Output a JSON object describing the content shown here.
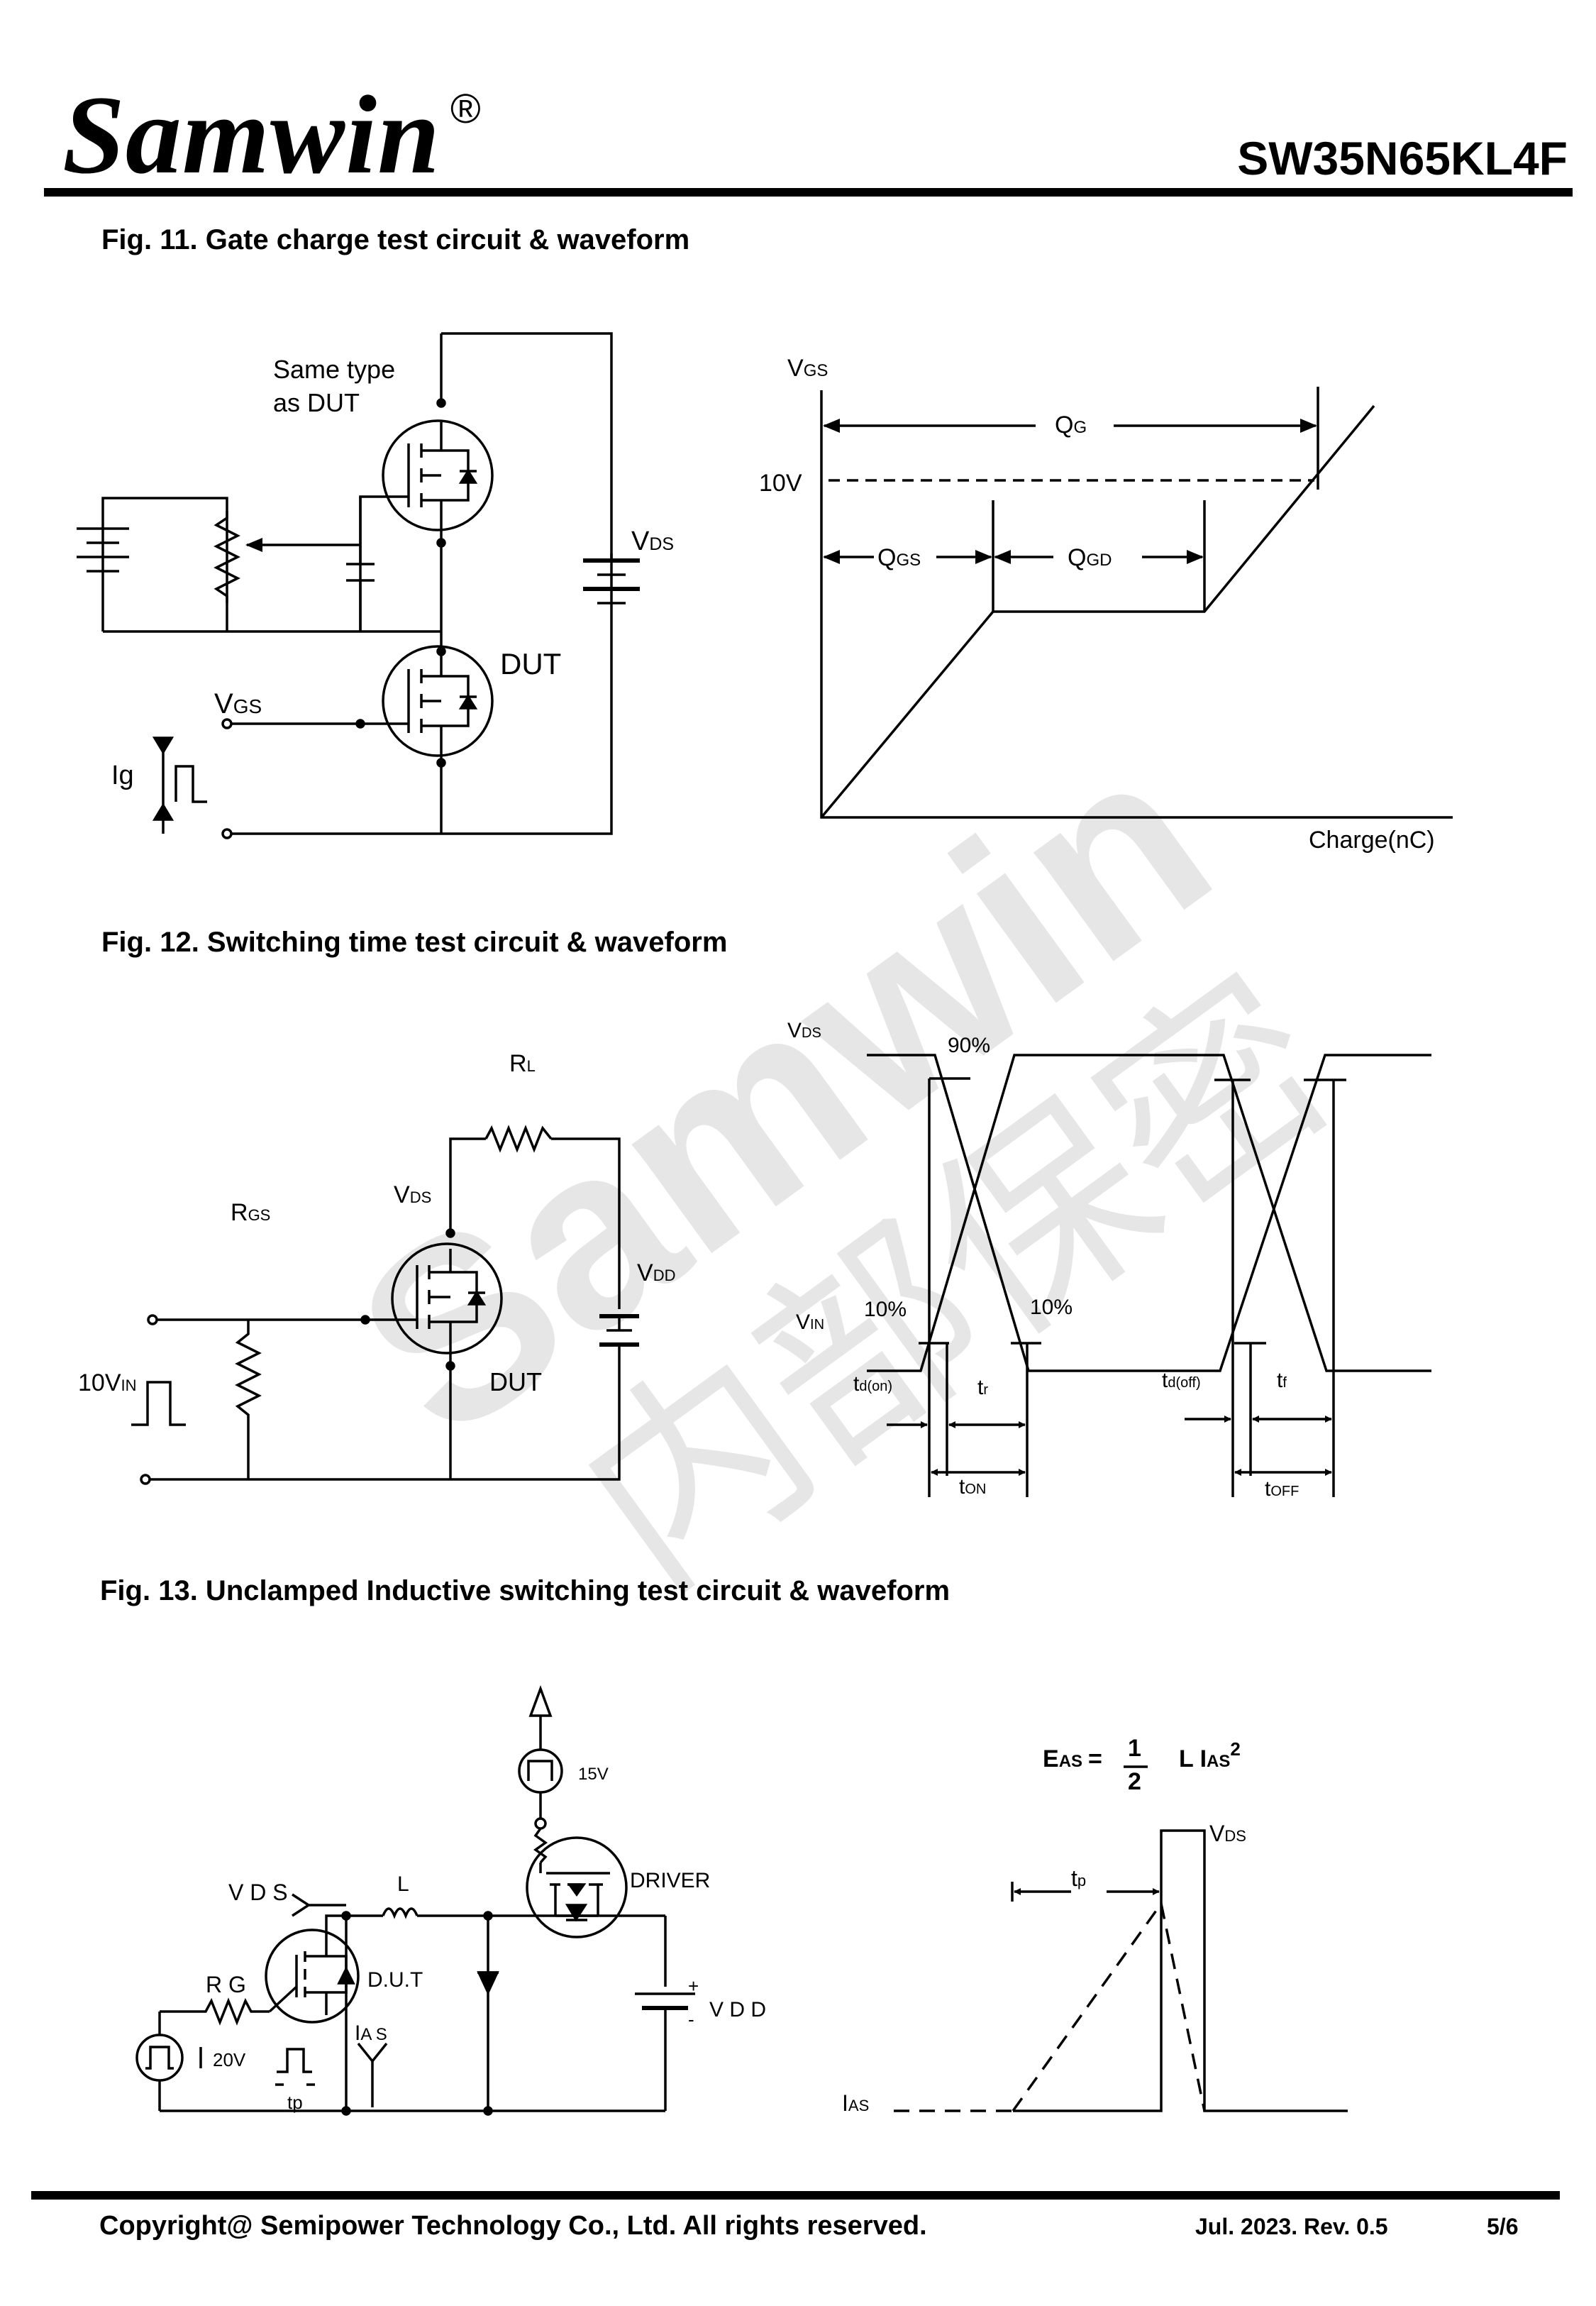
{
  "header": {
    "brand": "Samwin",
    "registered": "®",
    "part_number": "SW35N65KL4F"
  },
  "watermark": {
    "brand": "Samwin",
    "cjk": "内部保密"
  },
  "fig11": {
    "title": "Fig. 11. Gate charge test circuit & waveform",
    "circuit": {
      "same_type_line1": "Same type",
      "same_type_line2": "as DUT",
      "vds": "V",
      "vds_sub": "DS",
      "dut": "DUT",
      "vgs": "V",
      "vgs_sub": "GS",
      "ig": "Ig"
    },
    "waveform": {
      "vgs": "V",
      "vgs_sub": "GS",
      "level": "10V",
      "qg": "Q",
      "qg_sub": "G",
      "qgs": "Q",
      "qgs_sub": "GS",
      "qgd": "Q",
      "qgd_sub": "GD",
      "xlabel": "Charge(nC)"
    }
  },
  "fig12": {
    "title": "Fig. 12. Switching time test circuit & waveform",
    "circuit": {
      "rl": "R",
      "rl_sub": "L",
      "rgs": "R",
      "rgs_sub": "GS",
      "vds": "V",
      "vds_sub": "DS",
      "vdd": "V",
      "vdd_sub": "DD",
      "vin": "10V",
      "vin_sub": "IN",
      "dut": "DUT"
    },
    "waveform": {
      "vds": "V",
      "vds_sub": "DS",
      "vin": "V",
      "vin_sub": "IN",
      "p90": "90%",
      "p10a": "10%",
      "p10b": "10%",
      "tdon": "t",
      "tdon_sub": "d(on)",
      "tr": "t",
      "tr_sub": "r",
      "ton": "t",
      "ton_sub": "ON",
      "tdoff": "t",
      "tdoff_sub": "d(off)",
      "tf": "t",
      "tf_sub": "f",
      "toff": "t",
      "toff_sub": "OFF"
    }
  },
  "fig13": {
    "title": "Fig. 13. Unclamped Inductive switching test circuit & waveform",
    "circuit": {
      "v15": "15V",
      "driver": "DRIVER",
      "vds": "V D S",
      "l": "L",
      "rg": "R G",
      "dut": "D.U.T",
      "ias": "I",
      "ias_sub": "A S",
      "v20": "20V",
      "tp": "tp",
      "vdd": "V D D",
      "plus": "+",
      "minus": "-"
    },
    "waveform": {
      "eas": "E",
      "eas_sub": "AS",
      "eq": "=",
      "num": "1",
      "den": "2",
      "l_ias": "L I",
      "ias_sub": "AS",
      "sq": "2",
      "vds": "V",
      "vds_sub": "DS",
      "tp": "t",
      "tp_sub": "p",
      "ias": "I",
      "ias2_sub": "AS"
    }
  },
  "footer": {
    "copyright": "Copyright@ Semipower Technology Co., Ltd. All rights reserved.",
    "revision": "Jul. 2023. Rev. 0.5",
    "page": "5/6"
  }
}
